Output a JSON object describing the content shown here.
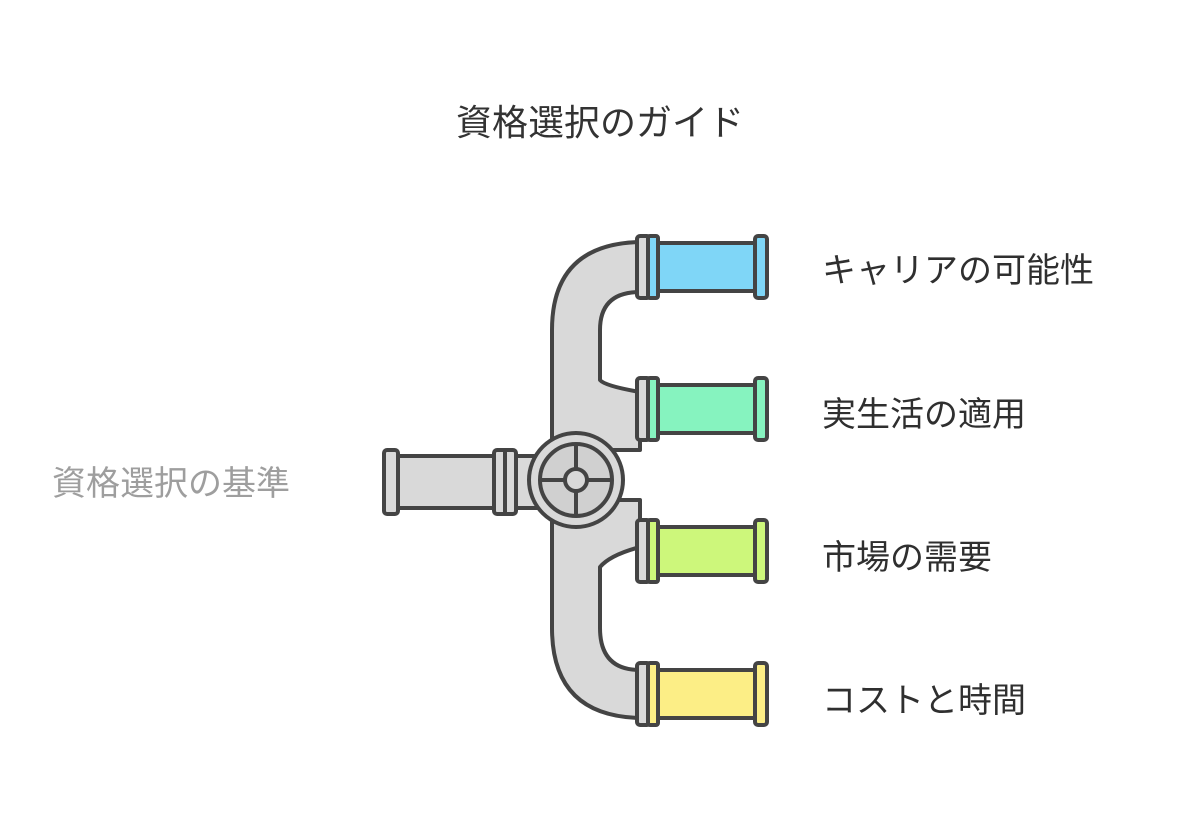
{
  "title": "資格選択のガイド",
  "source": {
    "label": "資格選択の基準"
  },
  "outputs": [
    {
      "label": "キャリアの可能性",
      "color": "#7fd6f7"
    },
    {
      "label": "実生活の適用",
      "color": "#86f3bf"
    },
    {
      "label": "市場の需要",
      "color": "#cdf77b"
    },
    {
      "label": "コストと時間",
      "color": "#fcee86"
    }
  ],
  "colors": {
    "pipe": "#d9d9d9",
    "stroke": "#444444"
  }
}
